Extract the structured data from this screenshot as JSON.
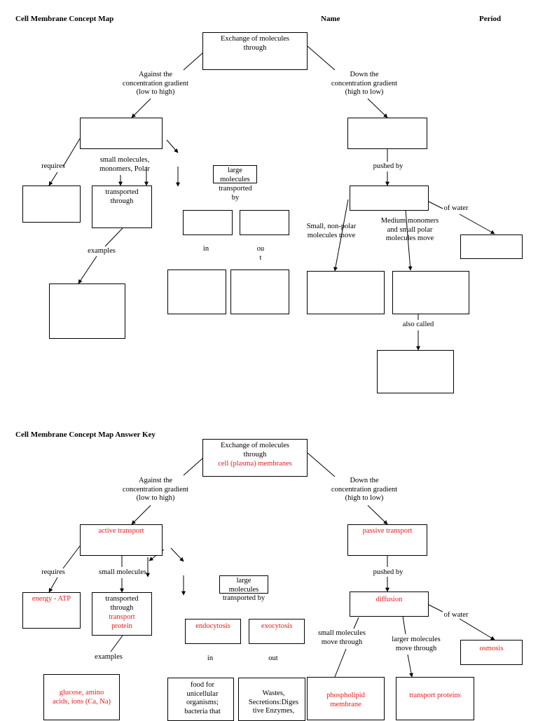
{
  "top": {
    "title": "Cell Membrane Concept Map",
    "name_label": "Name",
    "period_label": "Period",
    "root": "Exchange of molecules\nthrough",
    "against": "Against the\nconcentration gradient\n(low to high)",
    "down": "Down the\nconcentration gradient\n(high to low)",
    "requires": "requires",
    "small_molecules": "small molecules,\nmonomers, Polar",
    "transported_through": "transported\nthrough",
    "examples": "examples",
    "large_molecules": "large\nmolecules",
    "transported_by": "transported\nby",
    "in": "in",
    "out": "ou\nt",
    "pushed_by": "pushed by",
    "of_water": "of water",
    "small_nonpolar": "Small, non-polar\nmolecules move",
    "medium": "Medium  monomers\nand small polar\nmolecules move",
    "also_called": "also called"
  },
  "key": {
    "title": "Cell Membrane Concept Map Answer Key",
    "root": "Exchange of molecules\nthrough",
    "root_answer": "cell (plasma) membranes",
    "against": "Against the\nconcentration gradient\n(low to high)",
    "down": "Down the\nconcentration gradient\n(high to low)",
    "active_transport": "active transport",
    "passive_transport": "passive transport",
    "requires": "requires",
    "small_molecules": "small molecules",
    "energy": "energy - ATP",
    "transported_through": "transported\nthrough",
    "transport_protein": "transport\nprotein",
    "examples": "examples",
    "large_molecules": "large\nmolecules",
    "transported_by": "transported by",
    "endocytosis": "endocytosis",
    "exocytosis": "exocytosis",
    "in": "in",
    "out": "out",
    "pushed_by": "pushed by",
    "diffusion": "diffusion",
    "of_water": "of water",
    "osmosis": "osmosis",
    "small_move": "small molecules\nmove through",
    "larger_move": "larger molecules\nmove through",
    "glucose": "glucose, amino\nacids, ions (Ca, Na)",
    "food": "food for\nunicellular\norganisms;\nbacteria that",
    "wastes": "Wastes,\nSecretions:Diges\ntive Enzymes,",
    "phospholipid": "phospholipid\nmembrane",
    "transport_proteins": "transport proteins"
  },
  "colors": {
    "answer": "#e41a1a",
    "line": "#000000"
  }
}
